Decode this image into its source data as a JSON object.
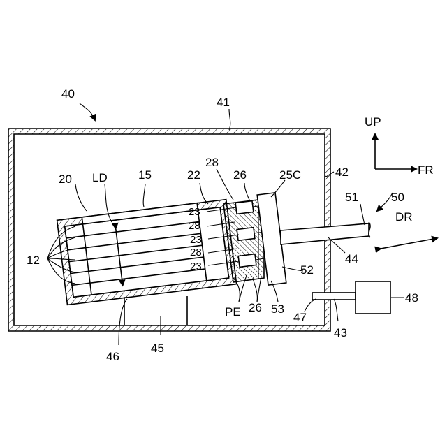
{
  "labels": {
    "n40": "40",
    "n41": "41",
    "n42": "42",
    "n15": "15",
    "n20": "20",
    "n22": "22",
    "n28a": "28",
    "n26a": "26",
    "n25c": "25C",
    "n50": "50",
    "n51": "51",
    "ld": "LD",
    "n12": "12",
    "n23a": "23",
    "n28b": "28",
    "n23b": "23",
    "n28c": "28",
    "n23c": "23",
    "n44": "44",
    "n52": "52",
    "dr": "DR",
    "n48": "48",
    "pe": "PE",
    "n26b": "26",
    "n53": "53",
    "n47": "47",
    "n43": "43",
    "n46": "46",
    "n45": "45",
    "up": "UP",
    "fr": "FR"
  },
  "colors": {
    "line": "#000000",
    "background": "#ffffff"
  }
}
